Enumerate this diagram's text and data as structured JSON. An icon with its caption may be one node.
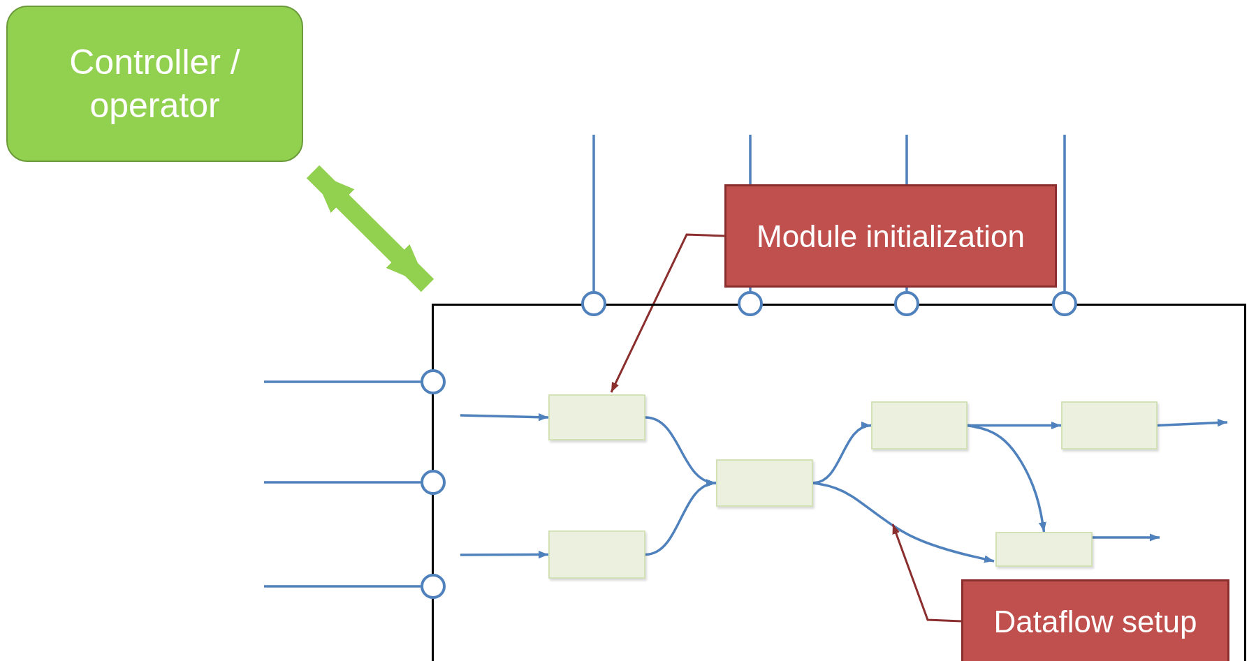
{
  "diagram": {
    "nodes": [
      {
        "text": [
          "Controller / operator"
        ]
      },
      {
        "text": [],
        "shape": "box"
      },
      {
        "text": [],
        "shape": "circle"
      },
      {
        "text": [],
        "shape": "circle"
      },
      {
        "text": [],
        "shape": "circle"
      },
      {
        "text": [],
        "shape": "circle"
      },
      {
        "text": [],
        "shape": "circle"
      },
      {
        "text": [],
        "shape": "circle"
      },
      {
        "text": [],
        "shape": "circle"
      },
      {
        "text": [],
        "shape": "box",
        "in": 1
      },
      {
        "text": [],
        "shape": "box",
        "in": 1
      },
      {
        "text": [],
        "shape": "box",
        "in": 1
      },
      {
        "text": [],
        "shape": "box",
        "in": 1
      },
      {
        "text": [],
        "shape": "box",
        "in": 1
      },
      {
        "text": [],
        "shape": "box",
        "in": 1
      },
      {
        "text": [
          "Module initialization"
        ]
      },
      {
        "text": [
          "Dataflow setup"
        ],
        "in": 1
      }
    ],
    "edges": [
      {
        "from": 0,
        "to": 1,
        "arrow": "both",
        "style": "thick",
        "color": "#92d050"
      },
      {
        "from": null,
        "to": 2,
        "arrow": "none"
      },
      {
        "from": null,
        "to": 3,
        "arrow": "none"
      },
      {
        "from": null,
        "to": 4,
        "arrow": "none"
      },
      {
        "from": null,
        "to": 5,
        "arrow": "none"
      },
      {
        "from": null,
        "to": 6,
        "arrow": "none"
      },
      {
        "from": null,
        "to": 7,
        "arrow": "none"
      },
      {
        "from": null,
        "to": 8,
        "arrow": "none"
      },
      {
        "from": null,
        "to": 9,
        "arrow": "to"
      },
      {
        "from": null,
        "to": 10,
        "arrow": "to"
      },
      {
        "from": 9,
        "to": 11,
        "arrow": "to"
      },
      {
        "from": 10,
        "to": 11,
        "arrow": "to"
      },
      {
        "from": 11,
        "to": 12,
        "arrow": "to"
      },
      {
        "from": 11,
        "to": 14,
        "arrow": "to"
      },
      {
        "from": 12,
        "to": 13,
        "arrow": "to"
      },
      {
        "from": 12,
        "to": 14,
        "arrow": "to"
      },
      {
        "from": 13,
        "to": null,
        "arrow": "to"
      },
      {
        "from": 14,
        "to": null,
        "arrow": "to"
      },
      {
        "from": 15,
        "to": 9,
        "arrow": "to",
        "color": "#8b2e2e"
      },
      {
        "from": 16,
        "to": null,
        "arrow": "to",
        "color": "#8b2e2e"
      }
    ]
  }
}
